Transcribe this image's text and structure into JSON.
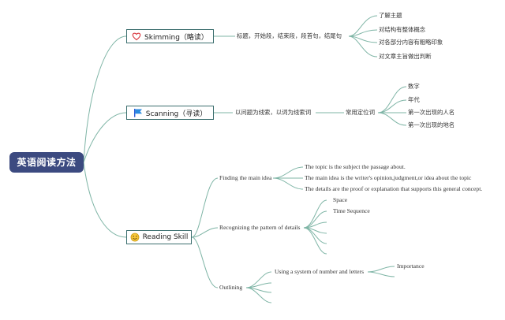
{
  "root": {
    "label": "英语阅读方法"
  },
  "branches": {
    "skimming": {
      "label": "Skimming（略读）",
      "icon": "heart-icon",
      "detail": "标题，开始段，结束段，段首句，结尾句",
      "children": [
        "了解主题",
        "对结构有整体概念",
        "对各部分内容有粗略印象",
        "对文章主旨做出判断"
      ]
    },
    "scanning": {
      "label": "Scanning（寻读）",
      "icon": "flag-icon",
      "detail": "以问题为线索，以词为线索词",
      "sub": "常用定位词",
      "children": [
        "数字",
        "年代",
        "第一次出现的人名",
        "第一次出现的地名"
      ]
    },
    "reading": {
      "label": "Reading Skill",
      "icon": "smiley-icon",
      "main_idea": {
        "label": "Finding the main idea",
        "children": [
          "The topic is the subject the passage about.",
          "The main idea is the writer's opinion,judgment,or idea about the topic",
          "The details are the proof or explanation that supports this general concept."
        ]
      },
      "pattern": {
        "label": "Recognizing the pattern of details",
        "children": [
          "Space",
          "Time Sequence"
        ]
      },
      "outlining": {
        "label": "Outlining",
        "system": "Using a system of number and letters",
        "system_child": "Importance"
      }
    }
  },
  "colors": {
    "root_bg": "#3c4a80",
    "line": "#7fb5a6",
    "node_border": "#3b6e6e"
  }
}
